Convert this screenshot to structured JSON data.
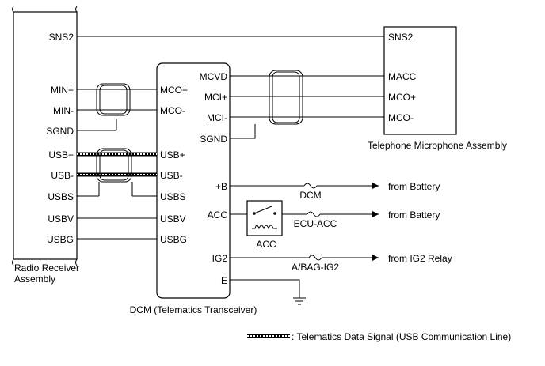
{
  "components": {
    "radio_receiver": {
      "name_line1": "Radio Receiver",
      "name_line2": "Assembly",
      "pins": [
        "SNS2",
        "MIN+",
        "MIN-",
        "SGND",
        "USB+",
        "USB-",
        "USBS",
        "USBV",
        "USBG"
      ]
    },
    "dcm": {
      "name": "DCM (Telematics Transceiver)",
      "left_pins": [
        "MCO+",
        "MCO-",
        "USB+",
        "USB-",
        "USBS",
        "USBV",
        "USBG"
      ],
      "right_pins": [
        "MCVD",
        "MCI+",
        "MCI-",
        "SGND",
        "+B",
        "ACC",
        "IG2",
        "E"
      ]
    },
    "microphone": {
      "name": "Telephone Microphone Assembly",
      "pins": [
        "SNS2",
        "MACC",
        "MCO+",
        "MCO-"
      ]
    },
    "relay": {
      "name": "ACC"
    },
    "fuses": [
      "DCM",
      "ECU-ACC",
      "A/BAG-IG2"
    ],
    "sources": [
      "from Battery",
      "from Battery",
      "from IG2 Relay"
    ]
  },
  "legend": {
    "text": ": Telematics Data Signal (USB Communication Line)"
  }
}
